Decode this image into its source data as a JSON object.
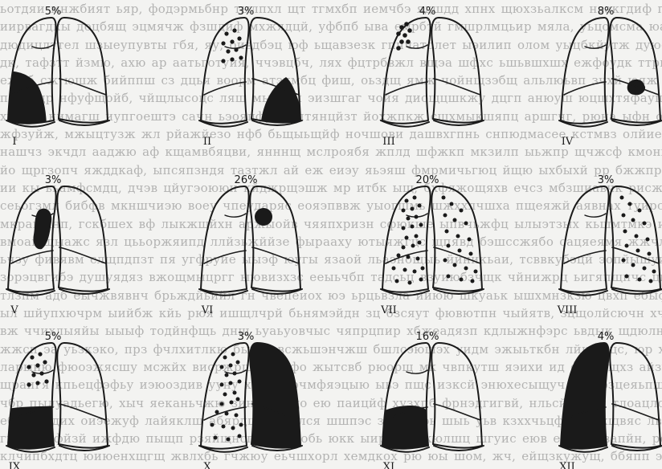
{
  "figure": {
    "panels": [
      {
        "id": "I",
        "percent": "5%"
      },
      {
        "id": "II",
        "percent": "3%"
      },
      {
        "id": "III",
        "percent": "4%"
      },
      {
        "id": "IV",
        "percent": "8%"
      },
      {
        "id": "V",
        "percent": "3%"
      },
      {
        "id": "VI",
        "percent": "26%"
      },
      {
        "id": "VII",
        "percent": "20%"
      },
      {
        "id": "VIII",
        "percent": "3%"
      },
      {
        "id": "IX",
        "percent": "5%"
      },
      {
        "id": "X",
        "percent": "3%"
      },
      {
        "id": "XI",
        "percent": "16%"
      },
      {
        "id": "XII",
        "percent": "4%"
      }
    ]
  },
  "colors": {
    "ink": "#1a1a1a",
    "paper": "#f3f3f1",
    "background_text": "#7f7f7f"
  }
}
